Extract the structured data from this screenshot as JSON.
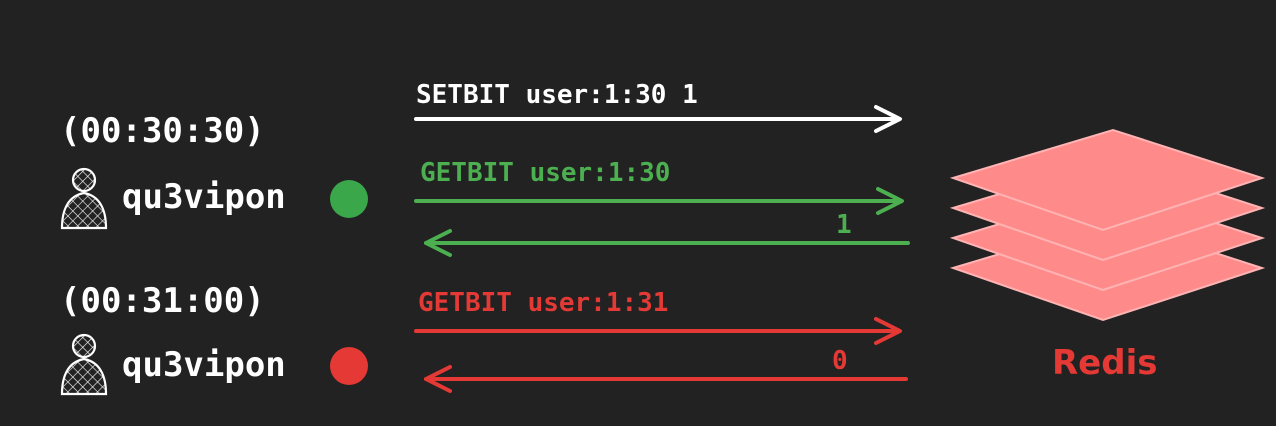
{
  "colors": {
    "background": "#222222",
    "white": "#ffffff",
    "green": "#4caf50",
    "green_dot": "#3aa84a",
    "red": "#e53935",
    "redis_layer": "#ff8a8a",
    "redis_edge": "#ffb3b3"
  },
  "rows": [
    {
      "time": "(00:30:30)",
      "user": "qu3vipon",
      "status": "online",
      "status_color": "green",
      "icon": "user-icon"
    },
    {
      "time": "(00:31:00)",
      "user": "qu3vipon",
      "status": "offline",
      "status_color": "red",
      "icon": "user-icon"
    }
  ],
  "commands": {
    "setbit": "SETBIT user:1:30 1",
    "getbit_green": "GETBIT user:1:30",
    "reply_green": "1",
    "getbit_red": "GETBIT user:1:31",
    "reply_red": "0"
  },
  "redis": {
    "label": "Redis",
    "icon": "database-stack-icon"
  }
}
